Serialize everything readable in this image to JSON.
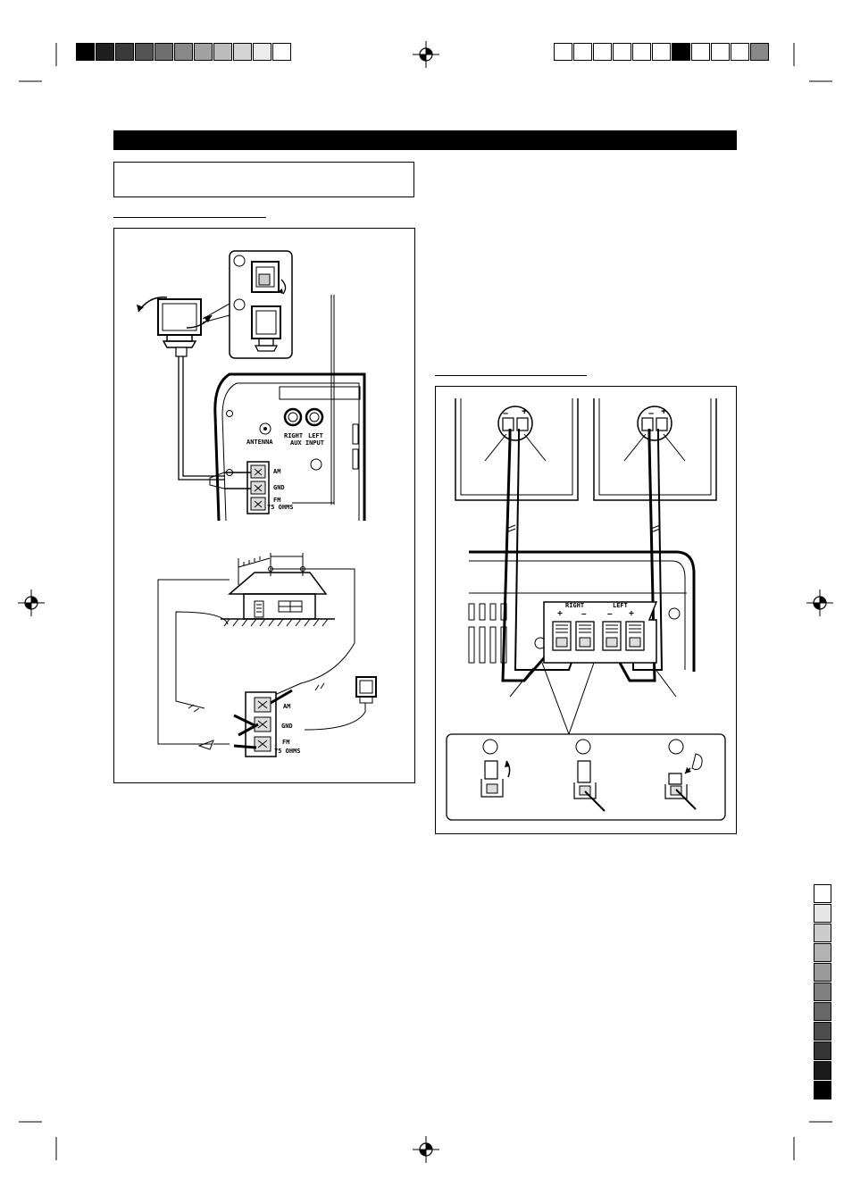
{
  "print_marks": {
    "gray_strip_left": [
      "#000000",
      "#1f1f1f",
      "#3a3a3a",
      "#555555",
      "#6f6f6f",
      "#888888",
      "#a2a2a2",
      "#bcbcbc",
      "#d4d4d4",
      "#ececec",
      "#ffffff"
    ],
    "gray_strip_right": [
      "#ffffff",
      "#ffffff",
      "#ffffff",
      "#ffffff",
      "#ffffff",
      "#ffffff",
      "#000000",
      "#ffffff",
      "#ffffff",
      "#ffffff",
      "#888888"
    ],
    "vertical_strip": [
      "#ffffff",
      "#e6e6e6",
      "#cccccc",
      "#b3b3b3",
      "#9a9a9a",
      "#808080",
      "#676767",
      "#4d4d4d",
      "#343434",
      "#1a1a1a",
      "#000000"
    ]
  },
  "antenna_panel": {
    "aux_right": "RIGHT",
    "aux_left": "LEFT",
    "antenna_label": "ANTENNA",
    "aux_input_label": "AUX INPUT",
    "am": "AM",
    "gnd": "GND",
    "fm": "FM",
    "ohms": "75 OHMS"
  },
  "outdoor_diagram": {
    "am": "AM",
    "gnd": "GND",
    "fm": "FM",
    "ohms": "75 OHMS"
  },
  "speaker_panel": {
    "right": "RIGHT",
    "left": "LEFT",
    "plus": "+",
    "minus": "–"
  }
}
